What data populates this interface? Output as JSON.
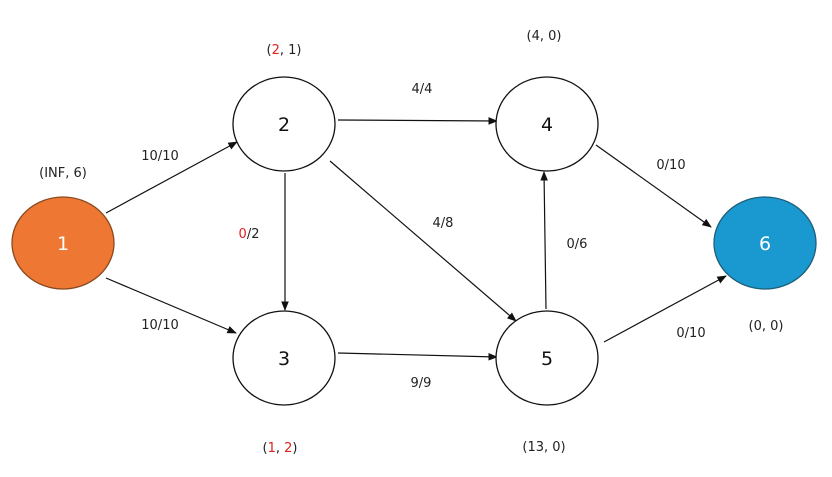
{
  "colors": {
    "source_fill": "#ee7733",
    "sink_fill": "#1a98d0",
    "node_fill": "#ffffff",
    "stroke": "#111111",
    "highlight": "#e0201f"
  },
  "nodes": [
    {
      "id": "1",
      "label": "1",
      "role": "source",
      "annotation": [
        {
          "t": "(INF, 6)",
          "hl": false
        }
      ]
    },
    {
      "id": "2",
      "label": "2",
      "role": "normal",
      "annotation": [
        {
          "t": "(",
          "hl": false
        },
        {
          "t": "2",
          "hl": true
        },
        {
          "t": ", 1)",
          "hl": false
        }
      ]
    },
    {
      "id": "3",
      "label": "3",
      "role": "normal",
      "annotation": [
        {
          "t": "(",
          "hl": false
        },
        {
          "t": "1",
          "hl": true
        },
        {
          "t": ", ",
          "hl": false
        },
        {
          "t": "2",
          "hl": true
        },
        {
          "t": ")",
          "hl": false
        }
      ]
    },
    {
      "id": "4",
      "label": "4",
      "role": "normal",
      "annotation": [
        {
          "t": "(4, 0)",
          "hl": false
        }
      ]
    },
    {
      "id": "5",
      "label": "5",
      "role": "normal",
      "annotation": [
        {
          "t": "(13, 0)",
          "hl": false
        }
      ]
    },
    {
      "id": "6",
      "label": "6",
      "role": "sink",
      "annotation": [
        {
          "t": "(0, 0)",
          "hl": false
        }
      ]
    }
  ],
  "edges": [
    {
      "from": "1",
      "to": "2",
      "label": [
        {
          "t": "10/10",
          "hl": false
        }
      ]
    },
    {
      "from": "1",
      "to": "3",
      "label": [
        {
          "t": "10/10",
          "hl": false
        }
      ]
    },
    {
      "from": "2",
      "to": "4",
      "label": [
        {
          "t": "4/4",
          "hl": false
        }
      ]
    },
    {
      "from": "2",
      "to": "3",
      "label": [
        {
          "t": "0",
          "hl": true
        },
        {
          "t": "/2",
          "hl": false
        }
      ]
    },
    {
      "from": "2",
      "to": "5",
      "label": [
        {
          "t": "4/8",
          "hl": false
        }
      ]
    },
    {
      "from": "3",
      "to": "5",
      "label": [
        {
          "t": "9/9",
          "hl": false
        }
      ]
    },
    {
      "from": "5",
      "to": "4",
      "label": [
        {
          "t": "0/6",
          "hl": false
        }
      ]
    },
    {
      "from": "4",
      "to": "6",
      "label": [
        {
          "t": "0/10",
          "hl": false
        }
      ]
    },
    {
      "from": "5",
      "to": "6",
      "label": [
        {
          "t": "0/10",
          "hl": false
        }
      ]
    }
  ]
}
